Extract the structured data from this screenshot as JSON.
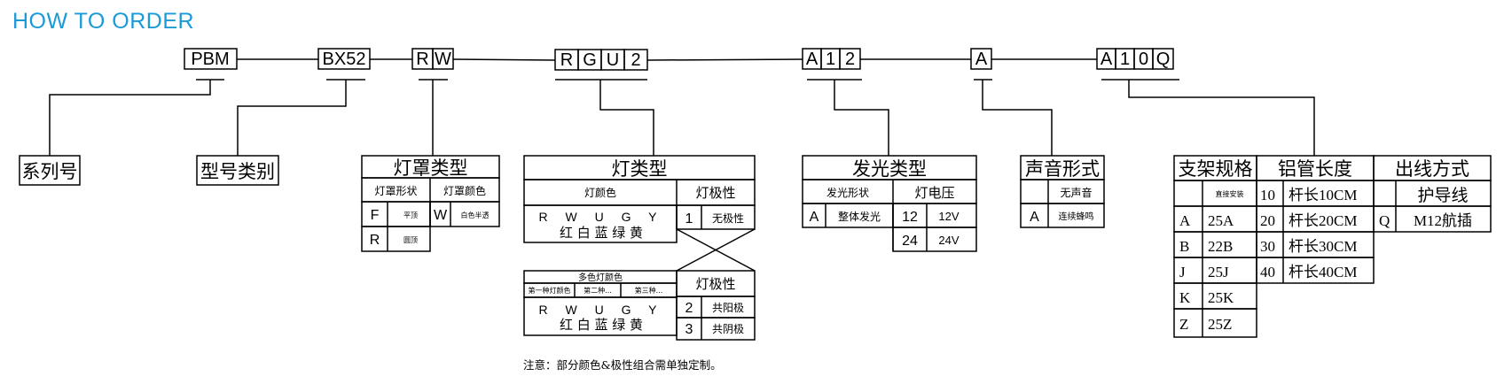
{
  "title": "HOW TO ORDER",
  "codes": {
    "series": "PBM",
    "model": [
      "BX52"
    ],
    "cover": [
      "R",
      "W"
    ],
    "light": [
      "R",
      "G",
      "U",
      "2"
    ],
    "glow": [
      "A",
      "1",
      "2"
    ],
    "sound": [
      "A"
    ],
    "bracket": [
      "A",
      "1",
      "0",
      "Q"
    ]
  },
  "labels": {
    "series": "系列号",
    "model": "型号类别"
  },
  "cover_box": {
    "title": "灯罩类型",
    "h1": "灯罩形状",
    "h2": "灯罩颜色",
    "rows": [
      {
        "code": "F",
        "desc": "平顶"
      },
      {
        "code": "R",
        "desc": "圆顶"
      }
    ],
    "color_code": "W",
    "color_desc": "白色半透"
  },
  "light_box": {
    "title": "灯类型",
    "h_color": "灯颜色",
    "h_polarity": "灯极性",
    "letters": "R W U G Y",
    "colors": "红 白 蓝 绿 黄",
    "pol_code": "1",
    "pol_desc": "无极性"
  },
  "multi_box": {
    "title": "多色灯颜色",
    "sub1": "第一种灯颜色",
    "sub2": "第二种...",
    "sub3": "第三种...",
    "letters": "R W U G Y",
    "colors": "红 白 蓝 绿 黄",
    "h_polarity": "灯极性",
    "rows": [
      {
        "code": "2",
        "desc": "共阳极"
      },
      {
        "code": "3",
        "desc": "共阴极"
      }
    ]
  },
  "glow_box": {
    "title": "发光类型",
    "h1": "发光形状",
    "h2": "灯电压",
    "shape_code": "A",
    "shape_desc": "整体发光",
    "rows": [
      {
        "code": "12",
        "desc": "12V"
      },
      {
        "code": "24",
        "desc": "24V"
      }
    ]
  },
  "sound_box": {
    "title": "声音形式",
    "none": "无声音",
    "code": "A",
    "desc": "连续蜂鸣"
  },
  "bracket_box": {
    "h1": "支架规格",
    "h2": "铝管长度",
    "h3": "出线方式",
    "direct": "直接安装",
    "rows": [
      {
        "code": "A",
        "spec": "25A"
      },
      {
        "code": "B",
        "spec": "22B"
      },
      {
        "code": "J",
        "spec": "25J"
      },
      {
        "code": "K",
        "spec": "25K"
      },
      {
        "code": "Z",
        "spec": "25Z"
      }
    ],
    "lengths": [
      {
        "code": "10",
        "desc": "杆长10CM"
      },
      {
        "code": "20",
        "desc": "杆长20CM"
      },
      {
        "code": "30",
        "desc": "杆长30CM"
      },
      {
        "code": "40",
        "desc": "杆长40CM"
      }
    ],
    "outlets": [
      {
        "code": "",
        "desc": "护导线"
      },
      {
        "code": "Q",
        "desc": "M12航插"
      }
    ]
  },
  "note": "注意：部分颜色&极性组合需单独定制。"
}
